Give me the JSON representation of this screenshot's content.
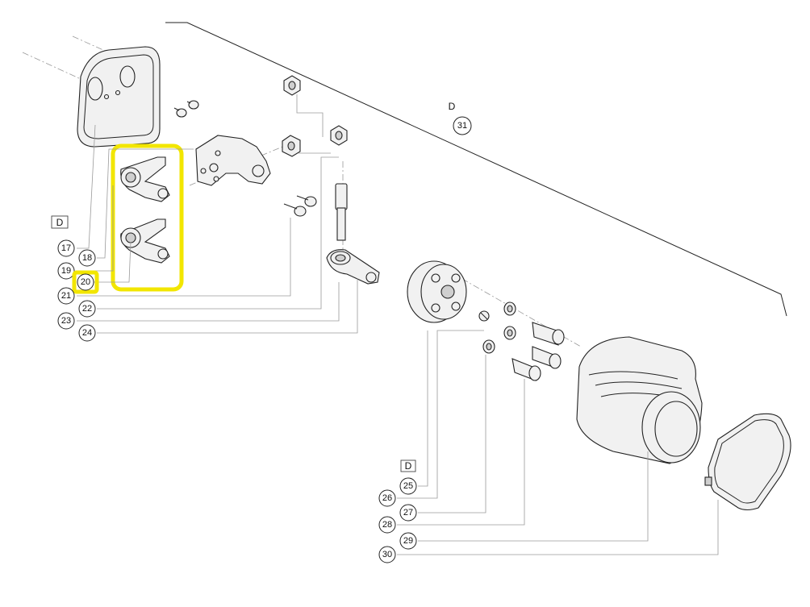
{
  "view_labels": {
    "main": "D",
    "lower": "D",
    "assembly": "D"
  },
  "callouts": {
    "n17": "17",
    "n18": "18",
    "n19": "19",
    "n20": "20",
    "n21": "21",
    "n22": "22",
    "n23": "23",
    "n24": "24",
    "n25": "25",
    "n26": "26",
    "n27": "27",
    "n28": "28",
    "n29": "29",
    "n30": "30",
    "n31": "31"
  },
  "highlight": {
    "callout": "20",
    "color": "#f2e600"
  }
}
